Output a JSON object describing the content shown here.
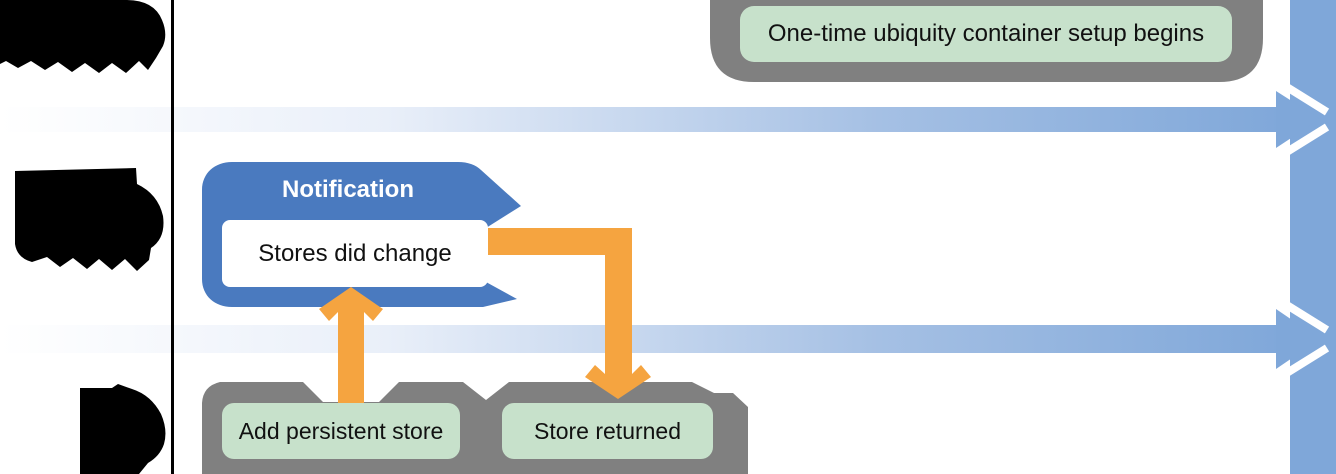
{
  "figure": {
    "type": "timeline-flow-diagram",
    "lanes": [
      {
        "name": "lane-1",
        "label_redacted": true,
        "events": [
          {
            "label": "One-time ubiquity container setup begins"
          }
        ]
      },
      {
        "name": "lane-2",
        "label_redacted": true,
        "notification": {
          "title": "Notification",
          "message": "Stores did change"
        }
      },
      {
        "name": "lane-3",
        "label_redacted": true,
        "events": [
          {
            "label": "Add persistent store"
          },
          {
            "label": "Store returned"
          }
        ]
      }
    ],
    "connectors": [
      {
        "from": "Add persistent store",
        "to": "Stores did change",
        "direction": "up"
      },
      {
        "from": "Stores did change",
        "to": "Store returned",
        "direction": "elbow-down"
      }
    ]
  },
  "colors": {
    "gray_container": "#808080",
    "green_chip": "#c7e1cb",
    "notification_blue": "#4a7abf",
    "arrow_orange": "#f5a440",
    "timeline_blue": "#7fa7d9",
    "band_start": "#ffffff",
    "band_mid1": "#e9eff9",
    "band_mid2": "#a5c0e4",
    "band_end": "#7fa7d9",
    "axis_black": "#000000",
    "text": "#111111",
    "notification_text": "#ffffff"
  }
}
